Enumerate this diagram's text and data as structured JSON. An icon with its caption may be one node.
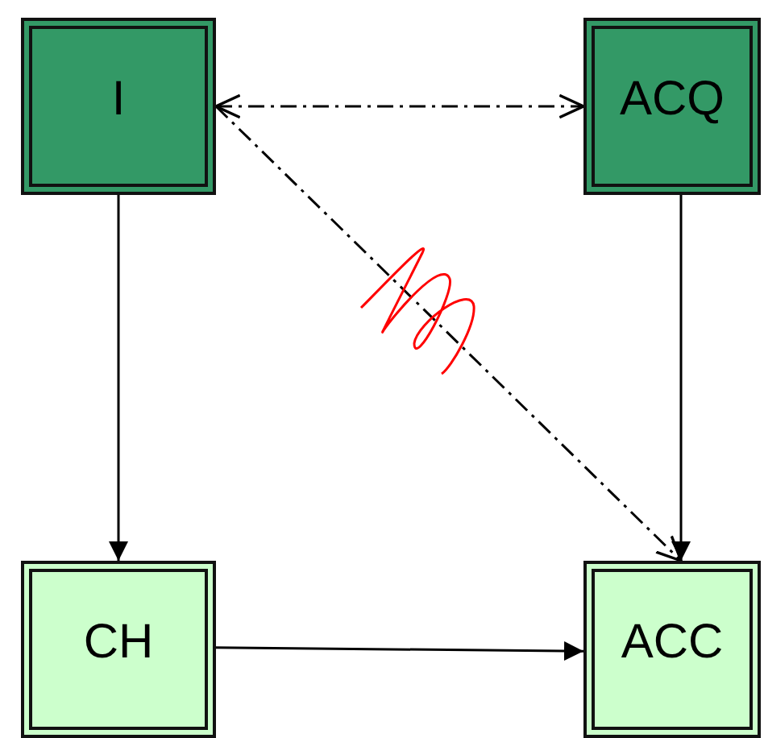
{
  "diagram": {
    "nodes": [
      {
        "text": [
          "I"
        ]
      },
      {
        "text": [
          "ACQ"
        ]
      },
      {
        "text": [
          "CH"
        ]
      },
      {
        "text": [
          "ACC"
        ]
      }
    ],
    "edges": [
      {
        "from": 0,
        "to": 1,
        "arrow": "both",
        "style": "dashed"
      },
      {
        "from": 0,
        "to": 3,
        "arrow": "to",
        "style": "dashed"
      },
      {
        "from": 0,
        "to": 2,
        "arrow": "to"
      },
      {
        "from": 1,
        "to": 3,
        "arrow": "to"
      },
      {
        "from": 2,
        "to": 3,
        "arrow": "to"
      }
    ]
  }
}
